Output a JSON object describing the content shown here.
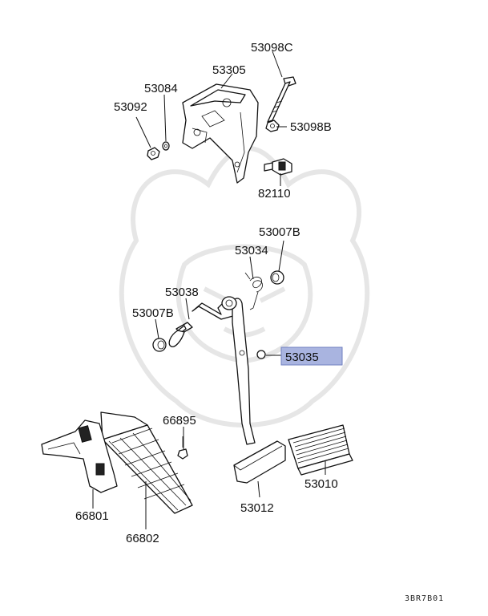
{
  "labels": {
    "p53098c": "53098C",
    "p53305": "53305",
    "p53084": "53084",
    "p53092": "53092",
    "p53098b": "53098B",
    "p82110": "82110",
    "p53007b_top": "53007B",
    "p53034": "53034",
    "p53038": "53038",
    "p53007b_left": "53007B",
    "p53035": "53035",
    "p66895": "66895",
    "p66801": "66801",
    "p66802": "66802",
    "p53012": "53012",
    "p53010": "53010"
  },
  "highlight": {
    "part": "53035",
    "color": "#a9b4e0"
  },
  "diagram_code": "3BR7B01"
}
